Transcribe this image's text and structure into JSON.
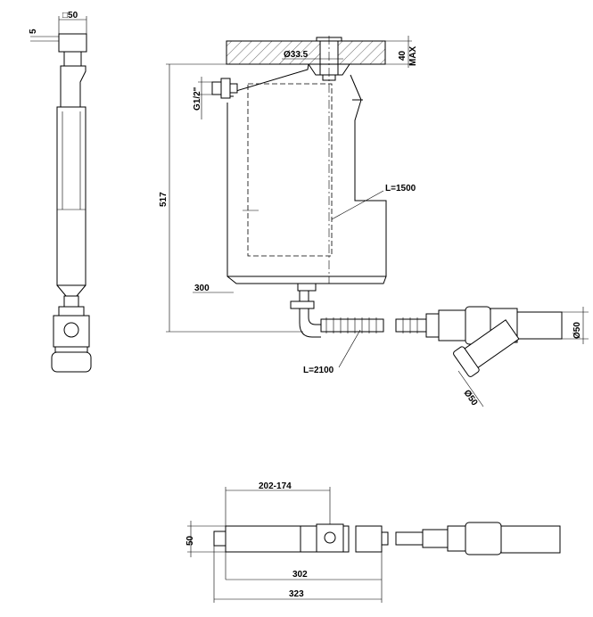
{
  "side_view": {
    "width_label": "□50",
    "flange_label": "5"
  },
  "front_view": {
    "pipe_diameter_label": "Ø33.5",
    "wall_thickness_label": "40",
    "wall_thickness_suffix": "MAX",
    "inlet_thread_label": "G1/2\"",
    "height_label": "517",
    "cable_length_label": "L=1500",
    "bottom_width_label": "300",
    "hose_length_label": "L=2100",
    "outlet_diameter_label": "Ø50",
    "branch_diameter_label": "Ø50"
  },
  "top_view": {
    "offset_label": "202-174",
    "depth_label": "50",
    "body_length_label": "302",
    "total_length_label": "323"
  }
}
